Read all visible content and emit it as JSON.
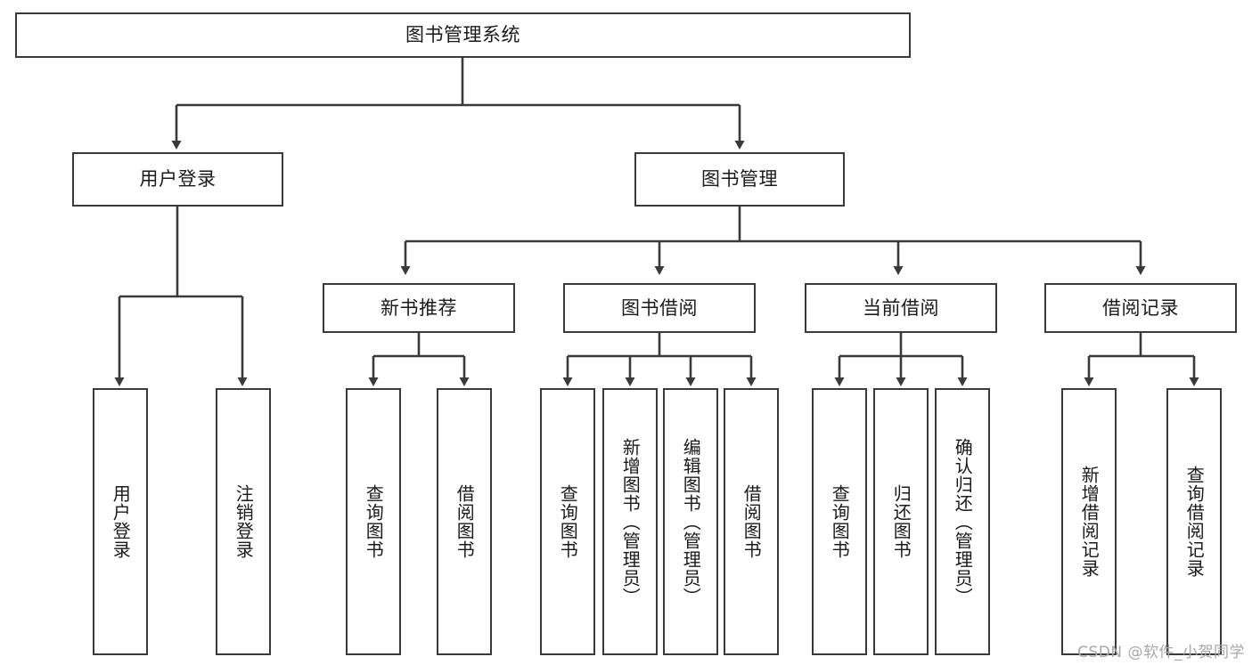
{
  "diagram": {
    "title": "图书管理系统",
    "watermark": "CSDN @软件_小贺同学",
    "line_color": "#3a3a3a",
    "box_fill": "#ffffff",
    "text_color": "#1a1a1a",
    "root": {
      "label": "图书管理系统"
    },
    "level2": [
      {
        "label": "用户登录"
      },
      {
        "label": "图书管理"
      }
    ],
    "level3": [
      {
        "label": "新书推荐"
      },
      {
        "label": "图书借阅"
      },
      {
        "label": "当前借阅"
      },
      {
        "label": "借阅记录"
      }
    ],
    "leaves": {
      "user_login": [
        {
          "label": "用户登录"
        },
        {
          "label": "注销登录"
        }
      ],
      "new_book": [
        {
          "label": "查询图书"
        },
        {
          "label": "借阅图书"
        }
      ],
      "borrow_book": [
        {
          "label": "查询图书"
        },
        {
          "label": "新增图书（管理员）"
        },
        {
          "label": "编辑图书（管理员）"
        },
        {
          "label": "借阅图书"
        }
      ],
      "current_borrow": [
        {
          "label": "查询图书"
        },
        {
          "label": "归还图书"
        },
        {
          "label": "确认归还（管理员）"
        }
      ],
      "borrow_record": [
        {
          "label": "新增借阅记录"
        },
        {
          "label": "查询借阅记录"
        }
      ]
    }
  }
}
